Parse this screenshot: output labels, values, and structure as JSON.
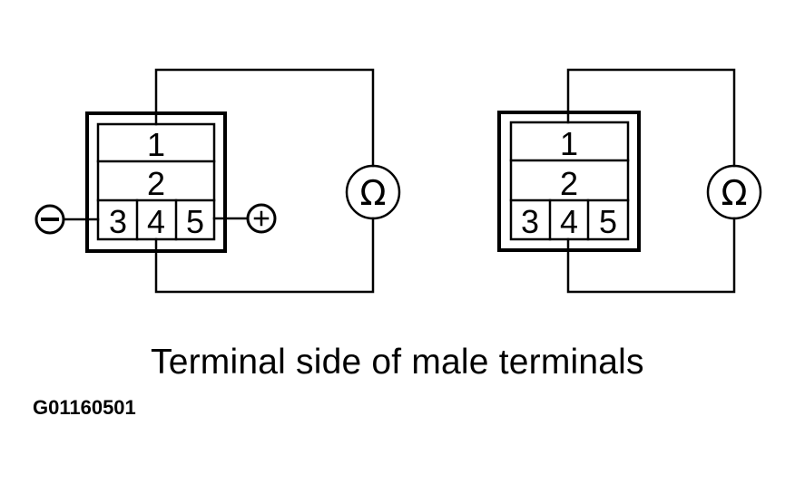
{
  "caption": "Terminal side of male terminals",
  "figure_id": "G01160501",
  "colors": {
    "line": "#000000",
    "background": "#ffffff"
  },
  "diagrams": [
    {
      "name": "left-test-setup",
      "connector_cells": {
        "row1": "1",
        "row2": "2",
        "row3": [
          "3",
          "4",
          "5"
        ]
      },
      "meter_symbol": "Ω",
      "meter_connected_terminals": [
        "1",
        "4"
      ],
      "power_supply": {
        "negative_symbol": "−",
        "negative_terminal": "3",
        "positive_symbol": "+",
        "positive_terminal": "5"
      }
    },
    {
      "name": "right-test-setup",
      "connector_cells": {
        "row1": "1",
        "row2": "2",
        "row3": [
          "3",
          "4",
          "5"
        ]
      },
      "meter_symbol": "Ω",
      "meter_connected_terminals": [
        "1",
        "4"
      ]
    }
  ]
}
